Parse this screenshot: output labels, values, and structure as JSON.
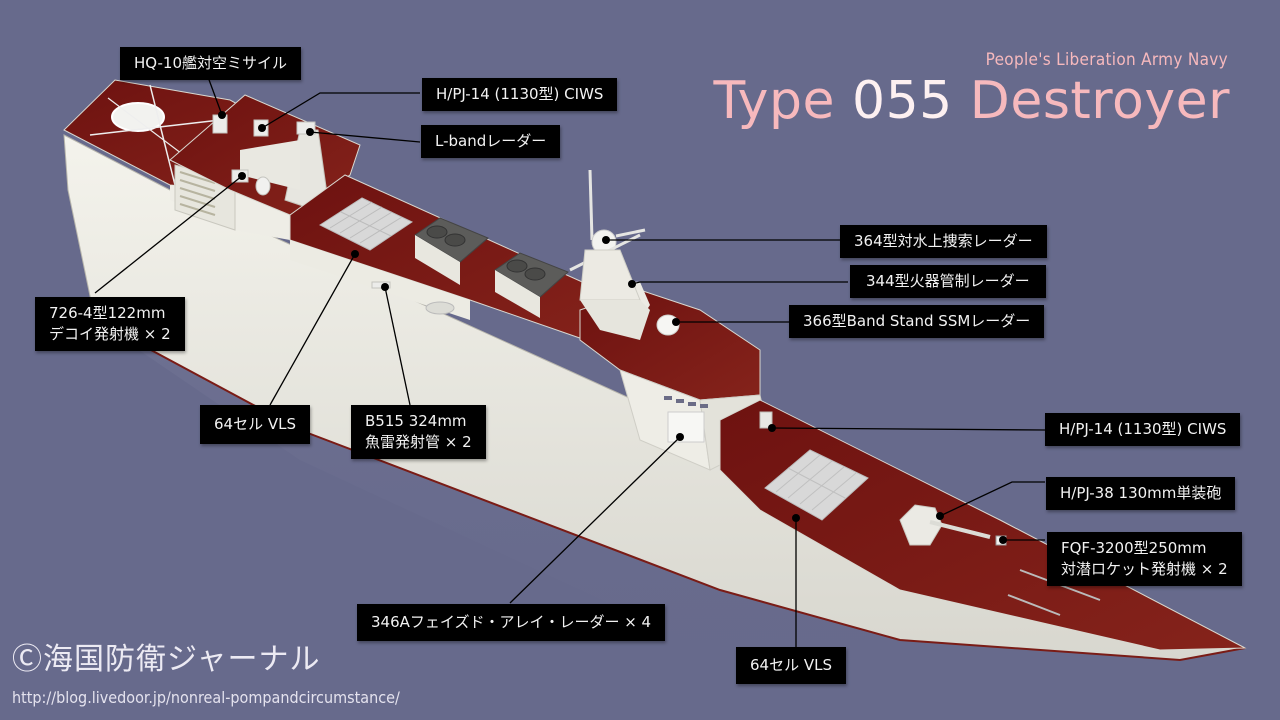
{
  "title": {
    "subtitle": "People's Liberation Army Navy",
    "main_part1": "Type ",
    "main_part2": "055",
    "main_part3": " Destroyer",
    "colors": {
      "pink": "#f7b9bd",
      "white": "#fdf0f1"
    }
  },
  "callouts": [
    {
      "id": "hq10",
      "lines": [
        "HQ-10艦対空ミサイル"
      ]
    },
    {
      "id": "ciws_aft",
      "lines": [
        "H/PJ-14 (1130型) CIWS"
      ]
    },
    {
      "id": "lband",
      "lines": [
        "L-bandレーダー"
      ]
    },
    {
      "id": "radar364",
      "lines": [
        "364型対水上捜索レーダー"
      ]
    },
    {
      "id": "radar344",
      "lines": [
        "344型火器管制レーダー"
      ]
    },
    {
      "id": "radar366",
      "lines": [
        "366型Band Stand SSMレーダー"
      ]
    },
    {
      "id": "decoy",
      "lines": [
        "726-4型122mm",
        "デコイ発射機 × 2"
      ]
    },
    {
      "id": "vls_aft",
      "lines": [
        "64セル VLS"
      ]
    },
    {
      "id": "torpedo",
      "lines": [
        "B515 324mm",
        "魚雷発射管 × 2"
      ]
    },
    {
      "id": "ciws_fwd",
      "lines": [
        "H/PJ-14 (1130型) CIWS"
      ]
    },
    {
      "id": "gun",
      "lines": [
        "H/PJ-38 130mm単装砲"
      ]
    },
    {
      "id": "asw",
      "lines": [
        "FQF-3200型250mm",
        "対潜ロケット発射機 × 2"
      ]
    },
    {
      "id": "par",
      "lines": [
        "346Aフェイズド・アレイ・レーダー × 4"
      ]
    },
    {
      "id": "vls_fwd",
      "lines": [
        "64セル VLS"
      ]
    }
  ],
  "footer": {
    "copyright": "Ⓒ海国防衛ジャーナル",
    "url": "http://blog.livedoor.jp/nonreal-pompandcircumstance/"
  },
  "colors": {
    "background": "#676a8c",
    "deck": "#7a1c16",
    "hull": "#ecebe3",
    "callout_bg": "#000000",
    "callout_text": "#f2f2f2"
  }
}
